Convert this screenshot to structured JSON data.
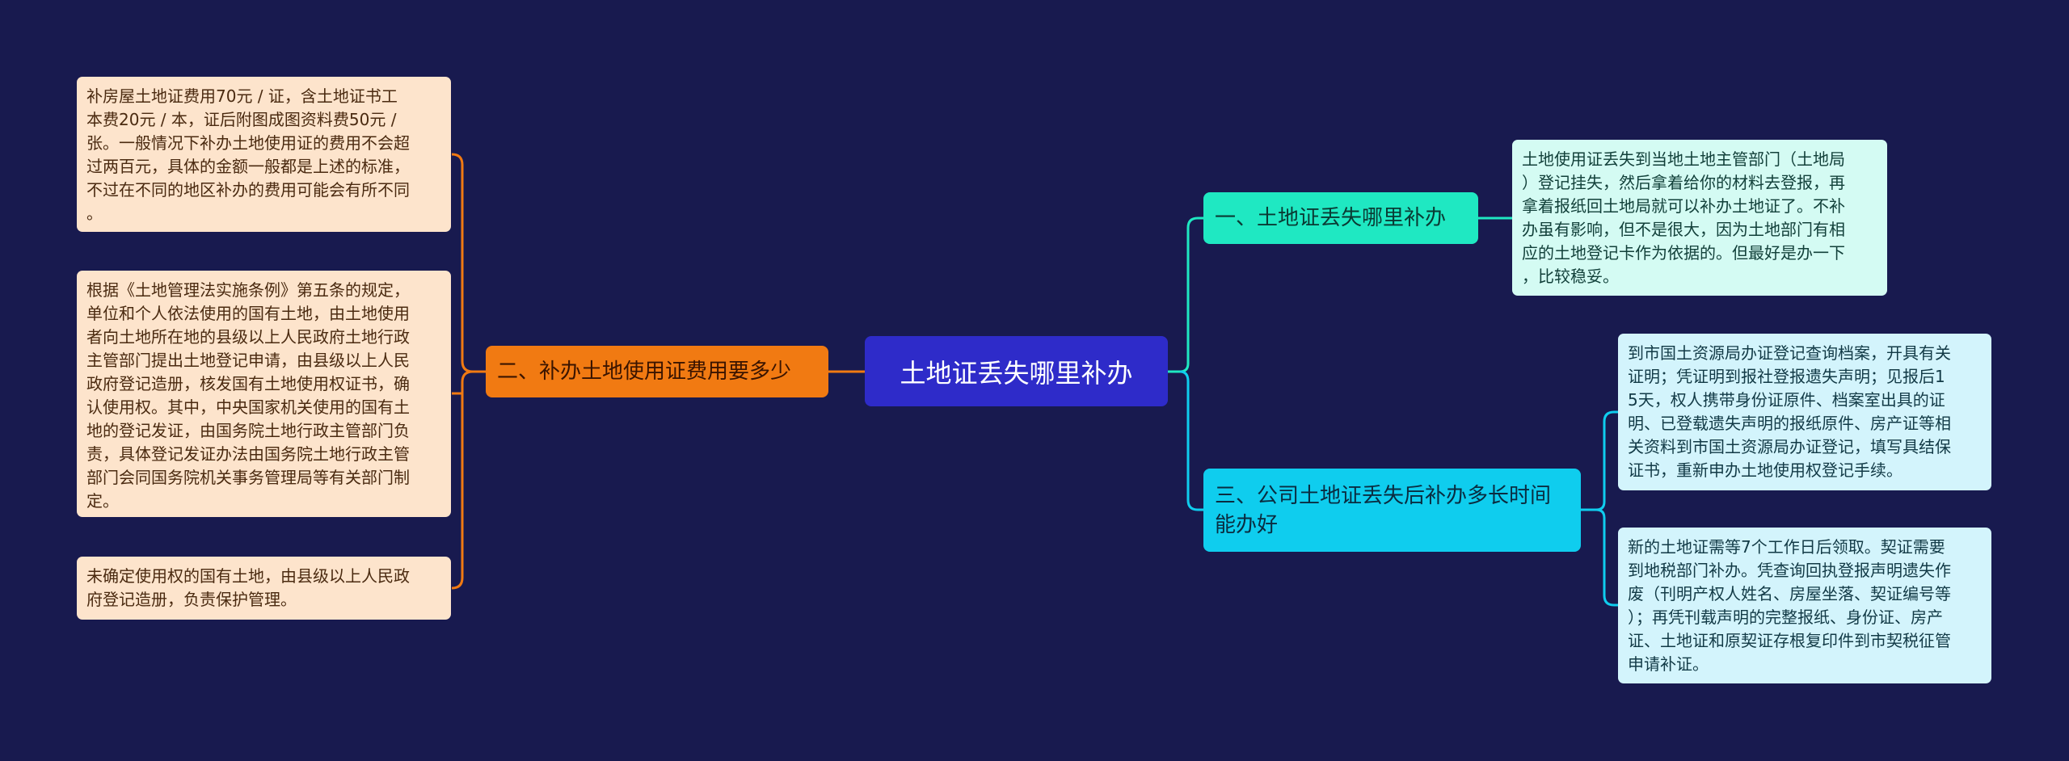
{
  "center": {
    "label": "土地证丢失哪里补办"
  },
  "branches": [
    {
      "label": "一、土地证丢失哪里补办",
      "color": "#1fe8c2",
      "children": [
        "土地使用证丢失到当地土地主管部门（土地局\n）登记挂失，然后拿着给你的材料去登报，再\n拿着报纸回土地局就可以补办土地证了。不补\n办虽有影响，但不是很大，因为土地部门有相\n应的土地登记卡作为依据的。但最好是办一下\n，比较稳妥。"
      ]
    },
    {
      "label": "二、补办土地使用证费用要多少",
      "color": "#f17a12",
      "children": [
        "补房屋土地证费用70元 / 证，含土地证书工\n本费20元 / 本，证后附图成图资料费50元 /\n张。一般情况下补办土地使用证的费用不会超\n过两百元，具体的金额一般都是上述的标准，\n不过在不同的地区补办的费用可能会有所不同\n。",
        "根据《土地管理法实施条例》第五条的规定，\n单位和个人依法使用的国有土地，由土地使用\n者向土地所在地的县级以上人民政府土地行政\n主管部门提出土地登记申请，由县级以上人民\n政府登记造册，核发国有土地使用权证书，确\n认使用权。其中，中央国家机关使用的国有土\n地的登记发证，由国务院土地行政主管部门负\n责，具体登记发证办法由国务院土地行政主管\n部门会同国务院机关事务管理局等有关部门制\n定。",
        "未确定使用权的国有土地，由县级以上人民政\n府登记造册，负责保护管理。"
      ]
    },
    {
      "label": "三、公司土地证丢失后补办多长时间能办好",
      "color": "#0fcdee",
      "children": [
        "到市国土资源局办证登记查询档案，开具有关\n证明；凭证明到报社登报遗失声明；见报后1\n5天，权人携带身份证原件、档案室出具的证\n明、已登载遗失声明的报纸原件、房产证等相\n关资料到市国土资源局办证登记，填写具结保\n证书，重新申办土地使用权登记手续。",
        "新的土地证需等7个工作日后领取。契证需要\n到地税部门补办。凭查询回执登报声明遗失作\n废（刊明产权人姓名、房屋坐落、契证编号等\n）；再凭刊载声明的完整报纸、身份证、房产\n证、土地证和原契证存根复印件到市契税征管\n申请补证。"
      ]
    }
  ]
}
